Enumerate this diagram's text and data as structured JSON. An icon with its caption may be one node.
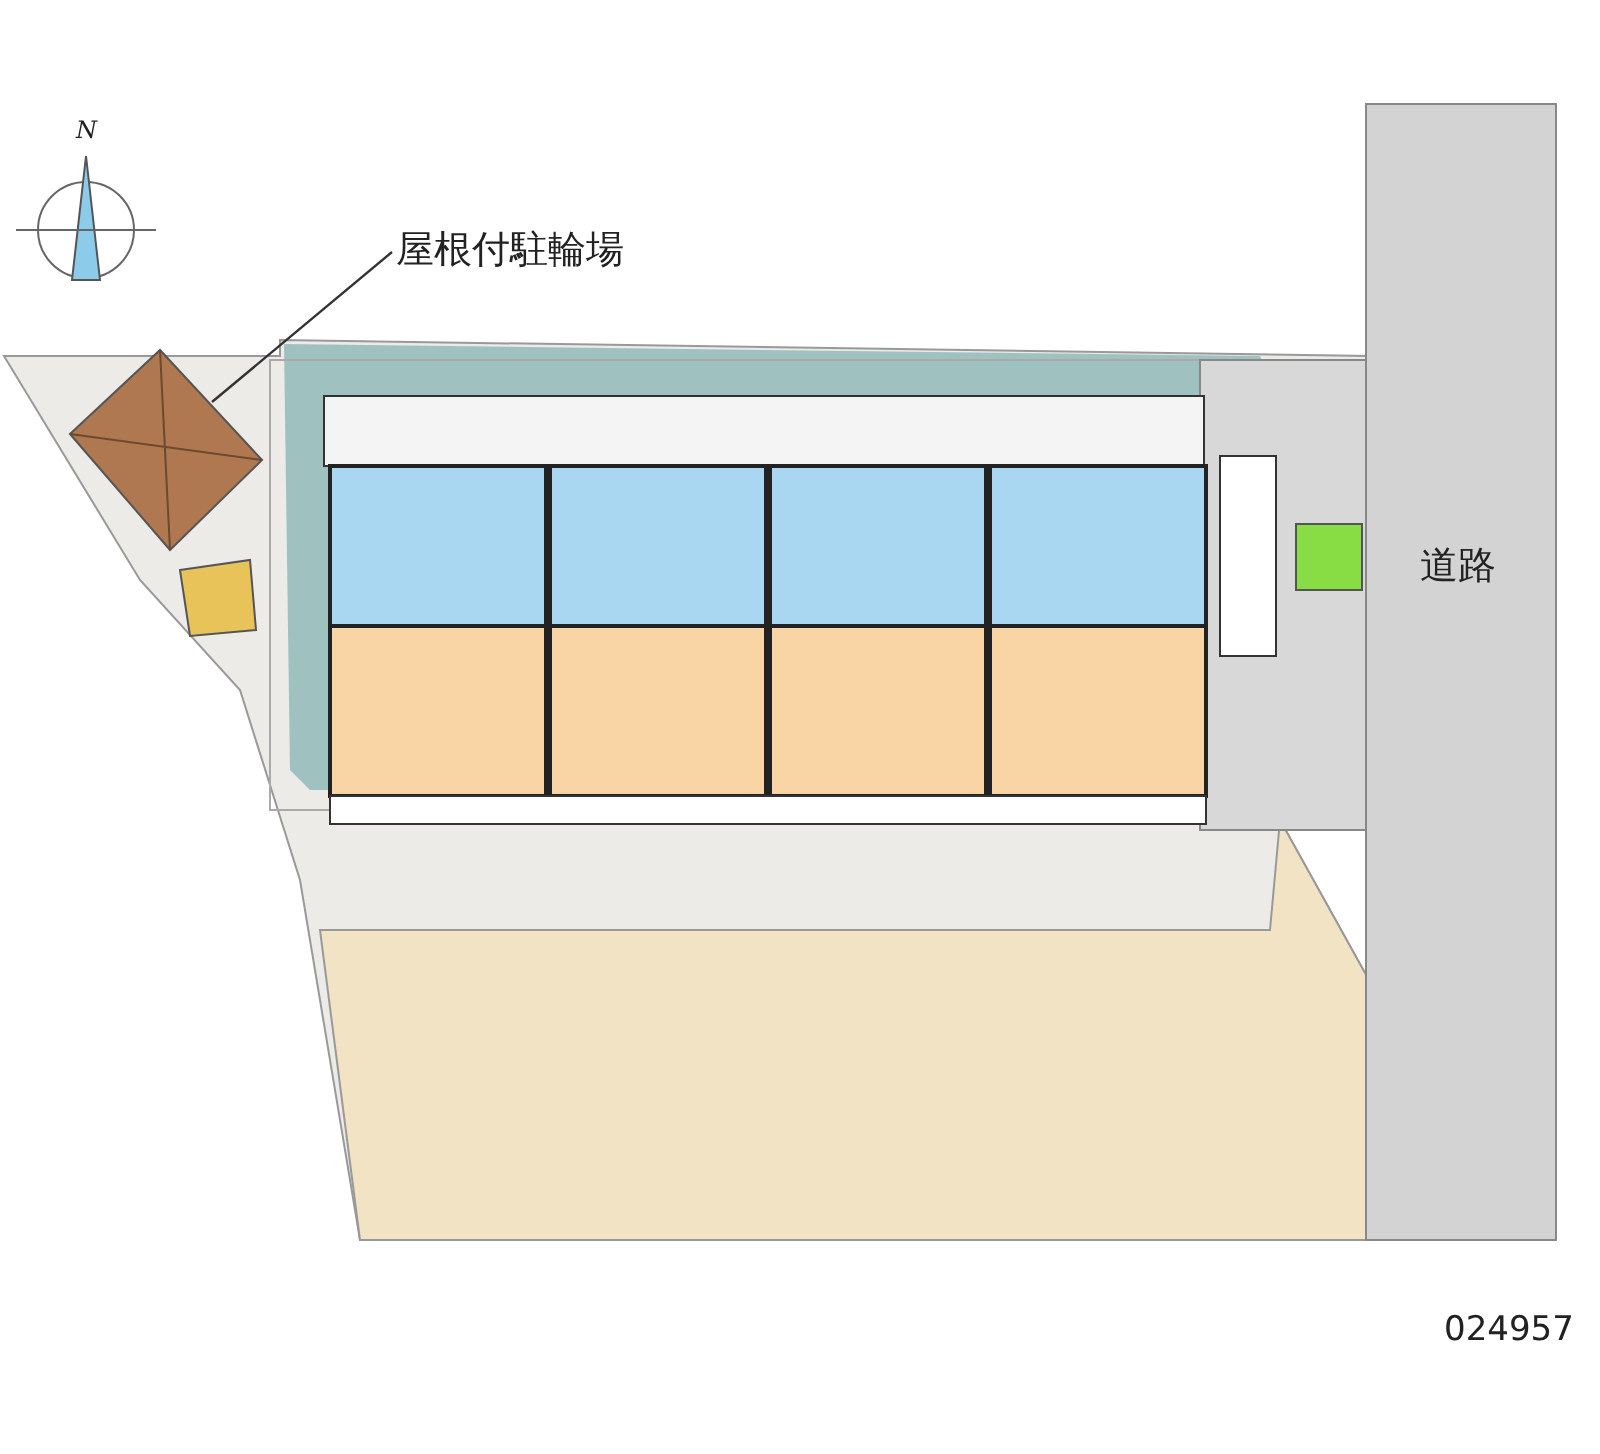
{
  "diagram": {
    "nodes": [
      {
        "text": [
          "屋根付駐輪場"
        ]
      },
      {
        "text": [],
        "shape": "picture"
      }
    ],
    "edges": [
      {
        "from": 0,
        "to": 1,
        "arrow": "none"
      }
    ],
    "labels": [
      "N",
      "道路",
      "024957"
    ]
  }
}
